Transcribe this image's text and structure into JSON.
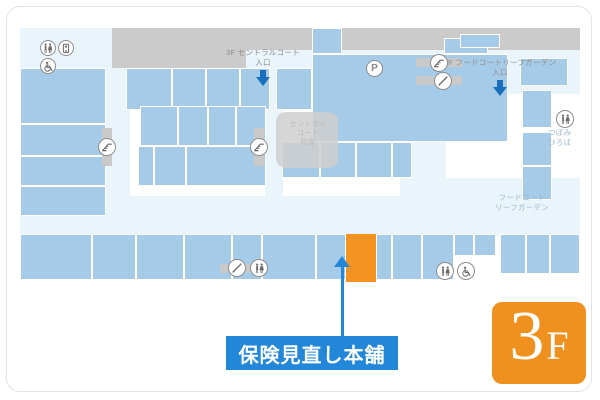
{
  "map": {
    "floor_badge": {
      "number": "3",
      "suffix": "F"
    },
    "highlight_callout": {
      "label": "保険見直し本舗",
      "bg_color": "#2287d8",
      "text_color": "#ffffff"
    },
    "colors": {
      "store_fill": "#a5cbe8",
      "corridor": "#eaf4fb",
      "gray_zone": "#cbcbcb",
      "highlight_store": "#f59322",
      "accent_blue": "#2287d8",
      "badge_orange": "#f0901f",
      "label_text": "#9bb8cd"
    },
    "labels": [
      {
        "id": "central-court-entrance",
        "text": "3F セントラルコート\n入口"
      },
      {
        "id": "food-court-leaf-garden-entrance",
        "text": "3F フードコートリーフガーデン\n入口"
      },
      {
        "id": "central-court-atrium",
        "text": "セントラル\nコート\n吹抜"
      },
      {
        "id": "tsubomi-hiroba",
        "text": "つぼみ\nひろば"
      },
      {
        "id": "food-court-leaf-garden",
        "text": "フードコート\nリーフガーデン"
      }
    ],
    "icons": [
      {
        "id": "restroom-icon-topleft",
        "name": "restroom-icon"
      },
      {
        "id": "baby-room-icon-topleft",
        "name": "baby-room-icon"
      },
      {
        "id": "wheelchair-icon-topleft",
        "name": "wheelchair-icon"
      },
      {
        "id": "parking-icon",
        "name": "parking-icon",
        "glyph": "P"
      },
      {
        "id": "escalator-icon-left",
        "name": "escalator-icon"
      },
      {
        "id": "escalator-icon-center",
        "name": "escalator-icon"
      },
      {
        "id": "escalator-icon-right-up",
        "name": "escalator-icon"
      },
      {
        "id": "elevator-icon-right-down",
        "name": "elevator-icon"
      },
      {
        "id": "restroom-icon-right",
        "name": "restroom-icon"
      },
      {
        "id": "elevator-icon-bottom",
        "name": "elevator-icon"
      },
      {
        "id": "restroom-icon-bottom",
        "name": "restroom-icon"
      },
      {
        "id": "restroom-icon-bottom-right",
        "name": "restroom-icon"
      },
      {
        "id": "wheelchair-icon-bottom-right",
        "name": "wheelchair-icon"
      }
    ]
  }
}
